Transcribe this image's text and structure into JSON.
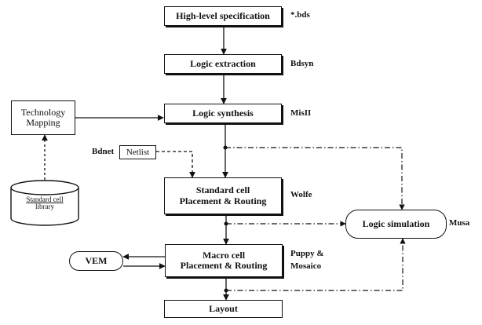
{
  "nodes": {
    "high_level_spec": "High-level specification",
    "logic_extraction": "Logic extraction",
    "logic_synthesis": "Logic synthesis",
    "technology_mapping": [
      "Technology",
      "Mapping"
    ],
    "netlist": "Netlist",
    "standard_cell": [
      "Standard cell",
      "Placement & Routing"
    ],
    "logic_simulation": "Logic simulation",
    "macro_cell": [
      "Macro cell",
      "Placement & Routing"
    ],
    "vem": "VEM",
    "layout": "Layout",
    "standard_cell_library": [
      "Standard cell",
      "library"
    ]
  },
  "tools": {
    "bds": "*.bds",
    "bdsyn": "Bdsyn",
    "misii": "MisII",
    "bdnet": "Bdnet",
    "wolfe": "Wolfe",
    "musa": "Musa",
    "puppy": [
      "Puppy &",
      "Mosaico"
    ]
  },
  "colors": {
    "ink": "#111111",
    "background": "#ffffff"
  }
}
